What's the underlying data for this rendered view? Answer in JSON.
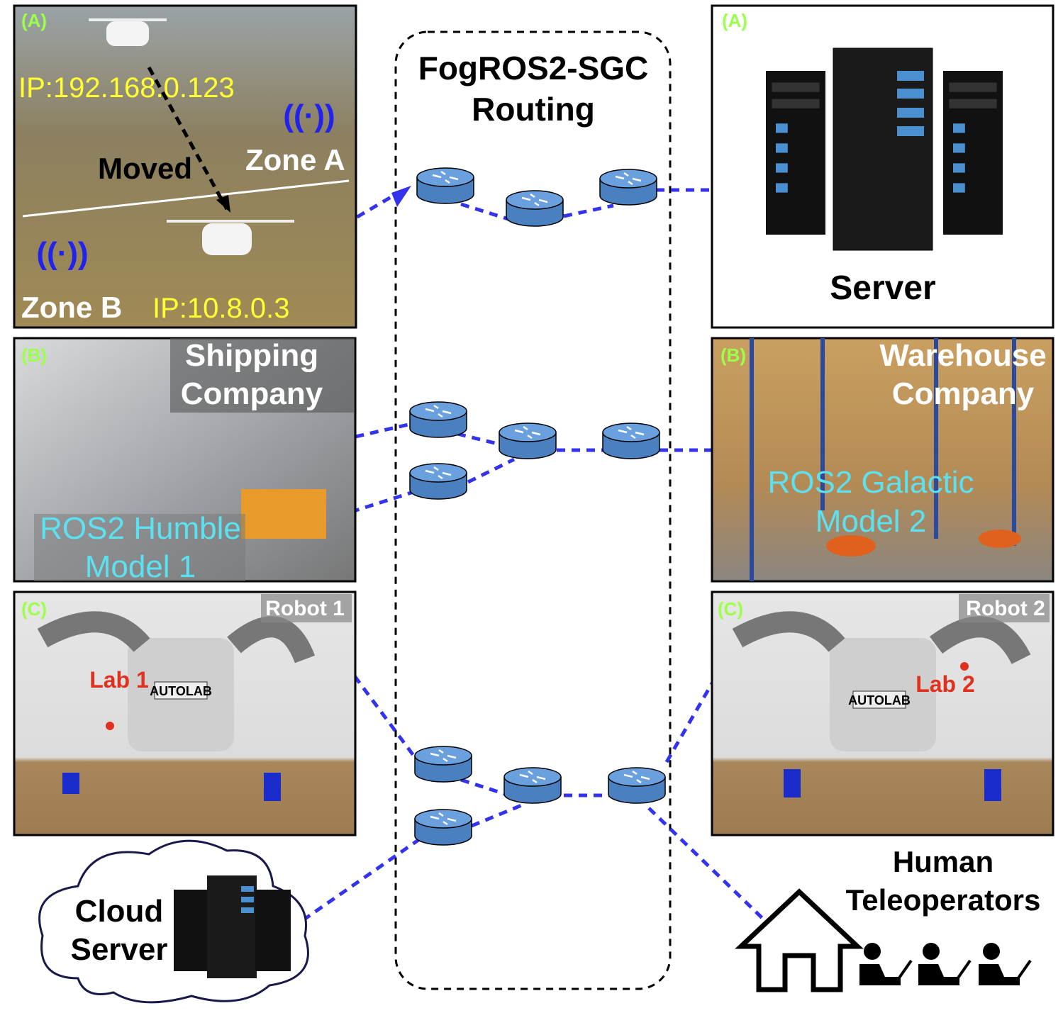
{
  "center": {
    "title_line1": "FogROS2-SGC",
    "title_line2": "Routing"
  },
  "panel_a_left": {
    "tag": "(A)",
    "ip_old": "IP:192.168.0.123",
    "ip_new": "IP:10.8.0.3",
    "moved": "Moved",
    "zone_a": "Zone A",
    "zone_b": "Zone B"
  },
  "panel_a_right": {
    "tag": "(A)",
    "label": "Server"
  },
  "panel_b_left": {
    "tag": "(B)",
    "company_line1": "Shipping",
    "company_line2": "Company",
    "ros_line1": "ROS2 Humble",
    "ros_line2": "Model 1"
  },
  "panel_b_right": {
    "tag": "(B)",
    "company_line1": "Warehouse",
    "company_line2": "Company",
    "ros_line1": "ROS2 Galactic",
    "ros_line2": "Model 2"
  },
  "panel_c_left": {
    "tag": "(C)",
    "robot": "Robot 1",
    "lab": "Lab 1",
    "logo": "AUTOLAB"
  },
  "panel_c_right": {
    "tag": "(C)",
    "robot": "Robot 2",
    "lab": "Lab 2",
    "logo": "AUTOLAB"
  },
  "cloud": {
    "line1": "Cloud",
    "line2": "Server"
  },
  "teleop": {
    "line1": "Human",
    "line2": "Teleoperators"
  },
  "colors": {
    "link": "#3333ee",
    "router": "#5b8fd0",
    "ip": "#ffff33",
    "ros": "#5ce1f0",
    "tag": "#9cff4a",
    "lab": "#e0301e"
  }
}
